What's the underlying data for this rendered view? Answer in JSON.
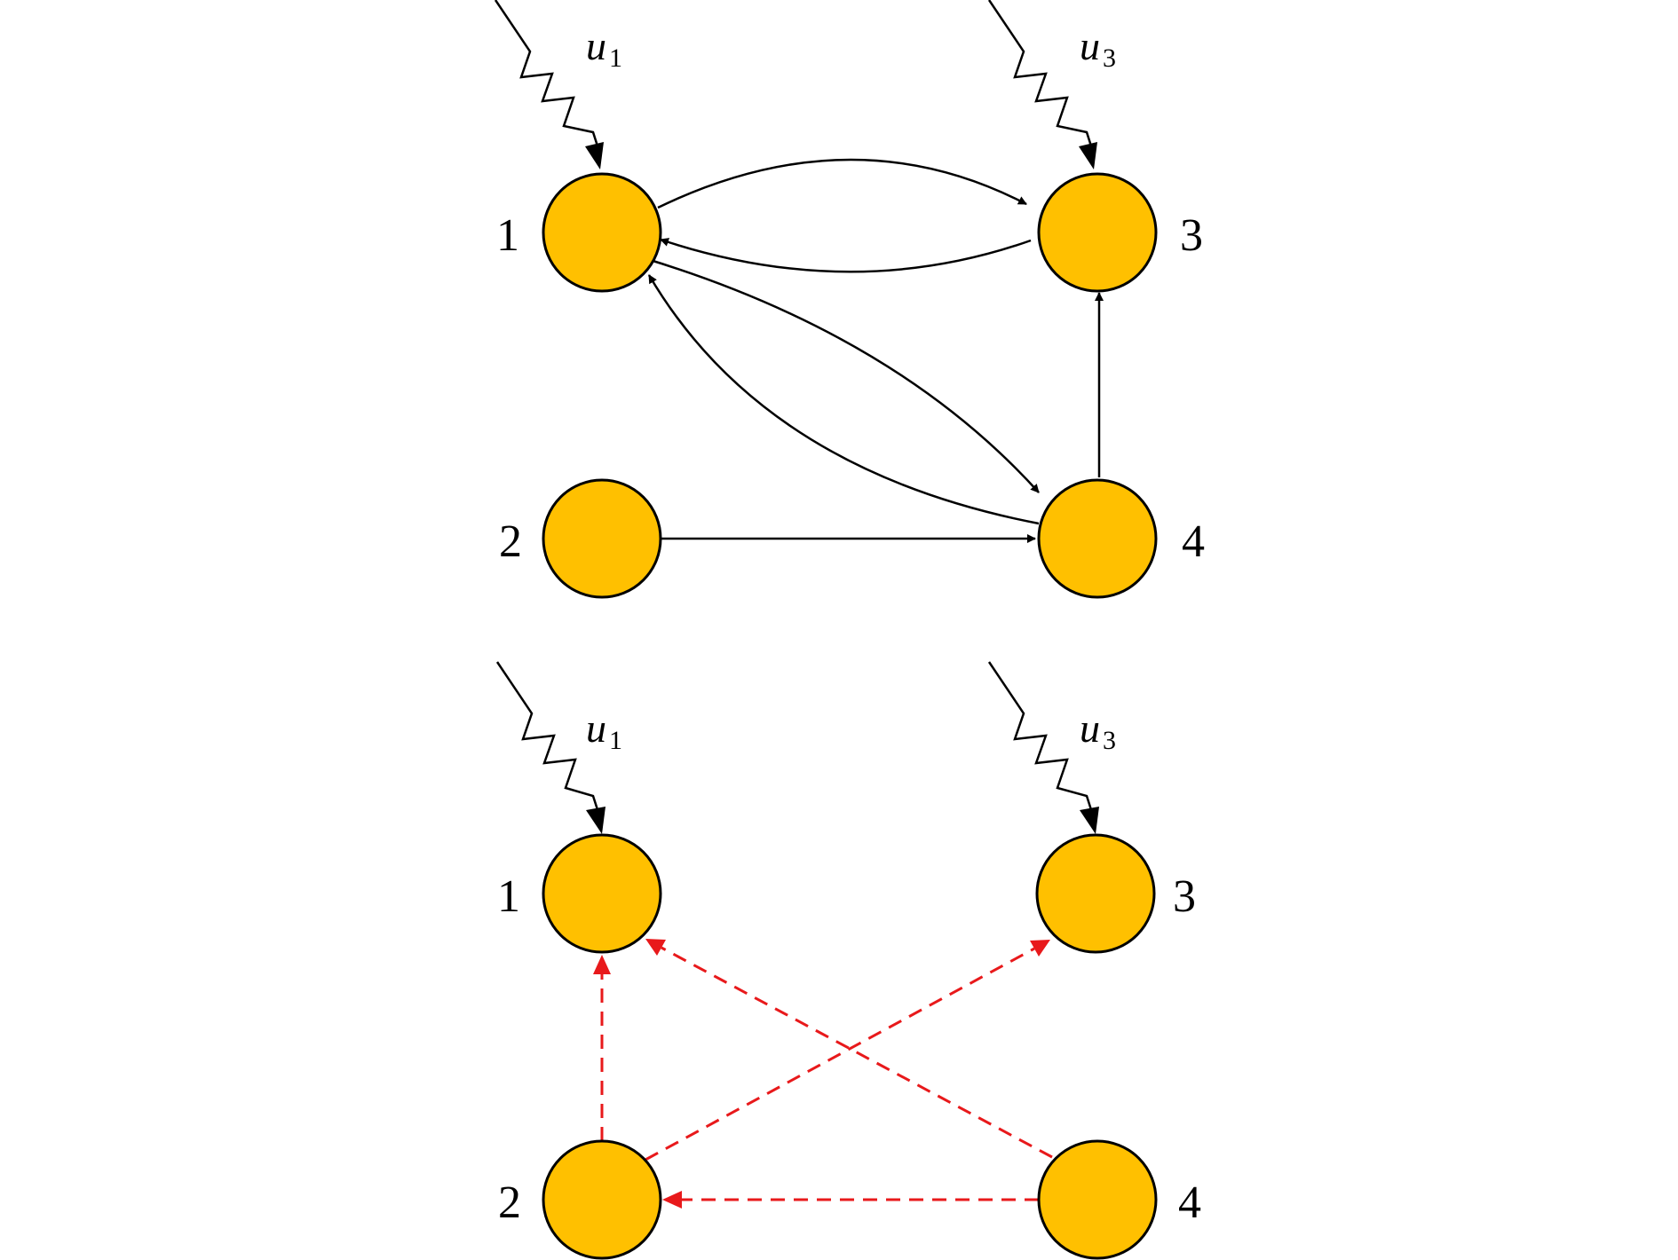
{
  "colors": {
    "node_fill": "#FFC000",
    "node_stroke": "#000000",
    "edge_solid": "#000000",
    "edge_dashed": "#E8191B"
  },
  "graphs": [
    {
      "nodes": [
        {
          "id": "1",
          "label": "1"
        },
        {
          "id": "2",
          "label": "2"
        },
        {
          "id": "3",
          "label": "3"
        },
        {
          "id": "4",
          "label": "4"
        }
      ],
      "inputs": [
        {
          "symbol": "u",
          "subscript": "1",
          "target": "1"
        },
        {
          "symbol": "u",
          "subscript": "3",
          "target": "3"
        }
      ],
      "edges": [
        {
          "from": "1",
          "to": "3",
          "style": "solid"
        },
        {
          "from": "3",
          "to": "1",
          "style": "solid"
        },
        {
          "from": "1",
          "to": "4",
          "style": "solid"
        },
        {
          "from": "4",
          "to": "1",
          "style": "solid"
        },
        {
          "from": "2",
          "to": "4",
          "style": "solid"
        },
        {
          "from": "4",
          "to": "3",
          "style": "solid"
        }
      ]
    },
    {
      "nodes": [
        {
          "id": "1",
          "label": "1"
        },
        {
          "id": "2",
          "label": "2"
        },
        {
          "id": "3",
          "label": "3"
        },
        {
          "id": "4",
          "label": "4"
        }
      ],
      "inputs": [
        {
          "symbol": "u",
          "subscript": "1",
          "target": "1"
        },
        {
          "symbol": "u",
          "subscript": "3",
          "target": "3"
        }
      ],
      "edges": [
        {
          "from": "2",
          "to": "1",
          "style": "dashed"
        },
        {
          "from": "2",
          "to": "3",
          "style": "dashed"
        },
        {
          "from": "4",
          "to": "1",
          "style": "dashed"
        },
        {
          "from": "4",
          "to": "2",
          "style": "dashed"
        }
      ]
    }
  ]
}
